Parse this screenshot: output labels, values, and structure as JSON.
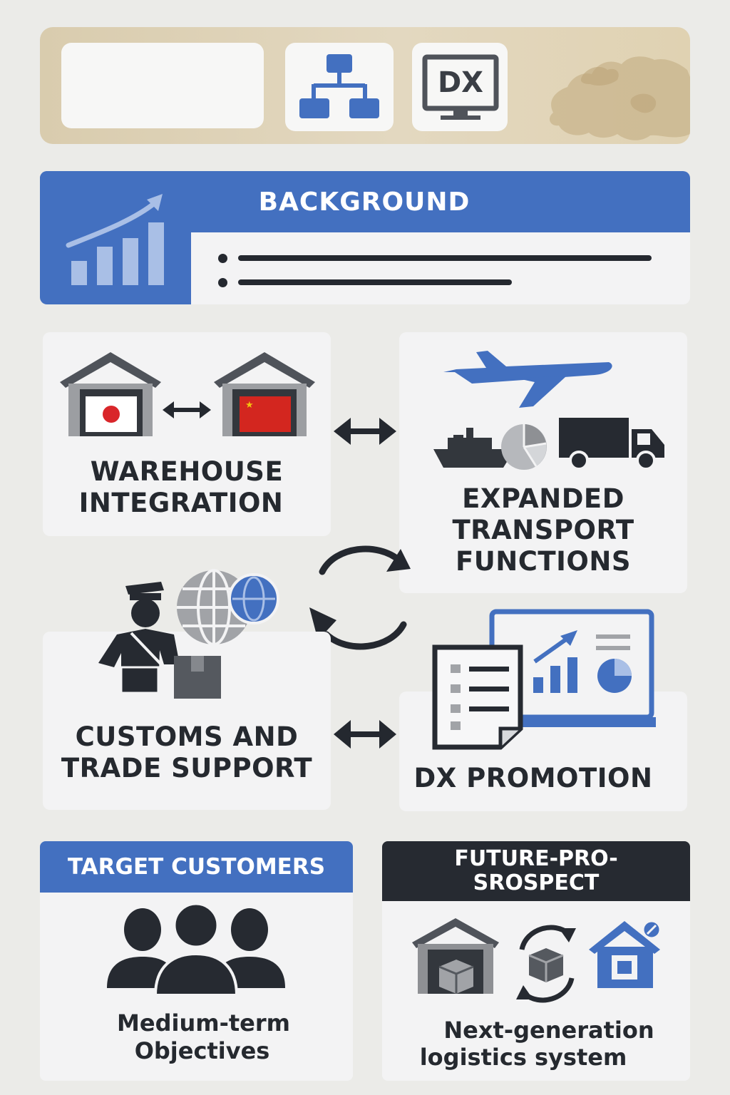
{
  "banner": {
    "icons": [
      "org-chart-icon",
      "dx-monitor-icon",
      "world-map-icon"
    ],
    "dx_text": "DX"
  },
  "background": {
    "title": "BACKGROUND",
    "icon": "growth-chart-icon"
  },
  "cards": {
    "warehouse": {
      "label_line1": "WAREHOUSE",
      "label_line2": "INTEGRATION",
      "icons": [
        "japan-warehouse-icon",
        "china-warehouse-icon"
      ]
    },
    "transport": {
      "label_line1": "EXPANDED",
      "label_line2": "TRANSPORT",
      "label_line3": "FUNCTIONS",
      "icons": [
        "airplane-icon",
        "ship-icon",
        "pie-chart-icon",
        "truck-icon"
      ]
    },
    "customs": {
      "label_line1": "CUSTOMS AND",
      "label_line2": "TRADE SUPPORT",
      "icons": [
        "customs-officer-icon",
        "globe-icon",
        "package-icon"
      ]
    },
    "dx": {
      "label": "DX PROMOTION",
      "icons": [
        "checklist-document-icon",
        "analytics-monitor-icon"
      ]
    }
  },
  "panels": {
    "target": {
      "title": "TARGET CUSTOMERS",
      "caption_line1": "Medium-term",
      "caption_line2": "Objectives",
      "icon": "customer-group-icon"
    },
    "future": {
      "title_line1": "FUTURE-PRO-",
      "title_line2": "SROSPECT",
      "caption_line1": "Next-generation",
      "caption_line2": "logistics system",
      "icons": [
        "warehouse-package-icon",
        "recycle-box-icon",
        "smart-home-chip-icon"
      ]
    }
  },
  "colors": {
    "blue": "#4370c0",
    "dark": "#262a31",
    "card": "#f3f3f4",
    "sand": "#d9ccae"
  }
}
